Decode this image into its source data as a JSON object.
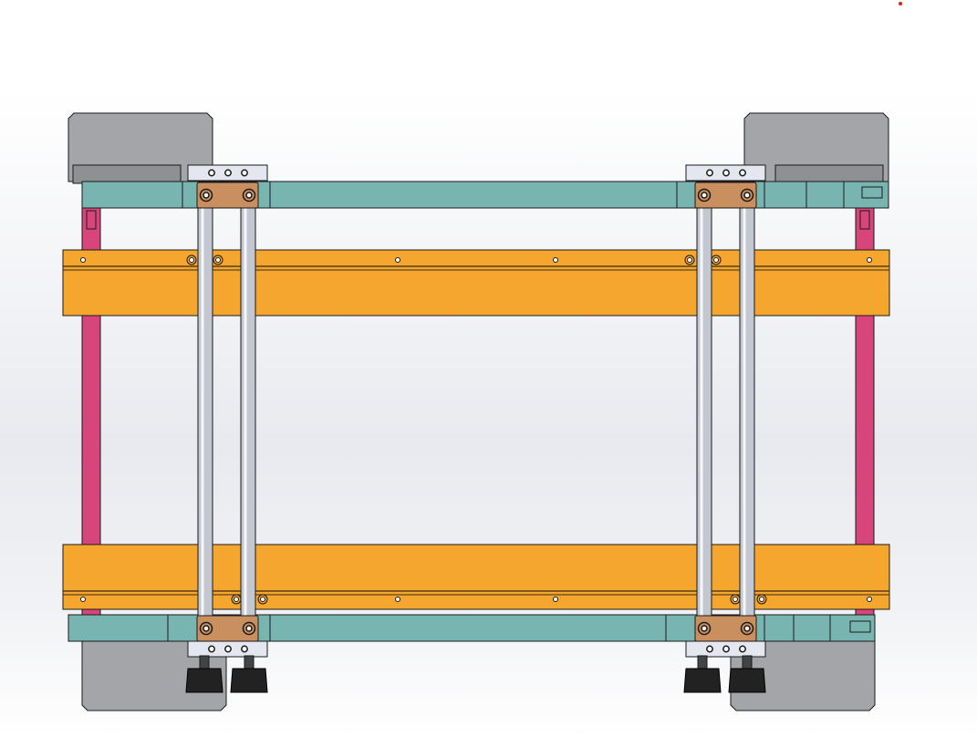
{
  "view": {
    "background": "#eef0f4",
    "status_dot_color": "#e0201c"
  },
  "colors": {
    "beam": "#f4a62f",
    "beam_edge": "#3a2a10",
    "rail": "#78b5b0",
    "post": "#d8457a",
    "motor": "#a4a5a8",
    "motor_dark": "#8f9094",
    "bracket": "#c98f5e",
    "plate": "#e4e6f0",
    "rod": "#c3c7d0",
    "knob": "#222222",
    "line": "#1a1a1a"
  },
  "components": {
    "motor_count": 4,
    "beam_count": 2,
    "rail_count": 2,
    "post_count": 2,
    "guide_rod_count": 4,
    "bracket_count": 4,
    "knob_count": 4
  }
}
